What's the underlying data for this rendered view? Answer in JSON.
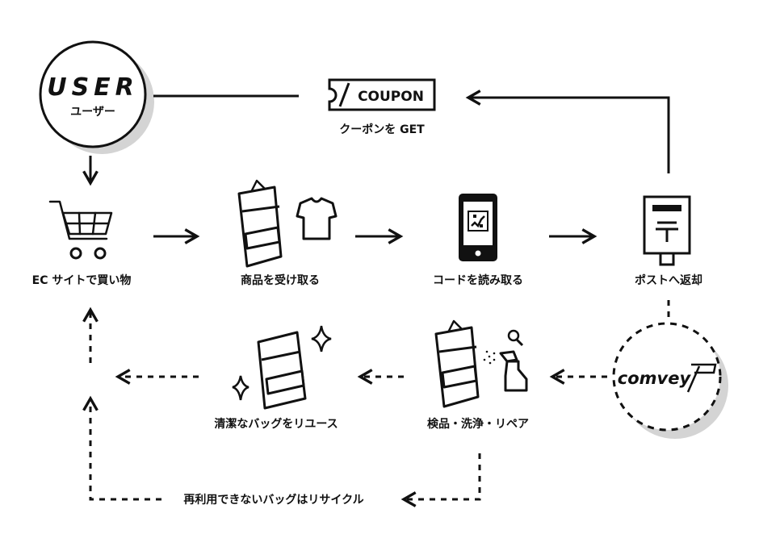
{
  "user": {
    "title": "USER",
    "subtitle": "ユーザー"
  },
  "coupon": {
    "badge_text": "COUPON",
    "caption": "クーポンを GET"
  },
  "steps": {
    "ec_shopping": "EC サイトで買い物",
    "receive": "商品を受け取る",
    "scan_code": "コードを読み取る",
    "return_post": "ポストへ返却",
    "inspect": "検品・洗浄・リペア",
    "reuse": "清潔なバッグをリユース",
    "recycle": "再利用できないバッグはリサイクル"
  },
  "company": {
    "logo_text": "comvey"
  },
  "colors": {
    "ink": "#111111",
    "shadow": "#d4d4d4",
    "background": "#ffffff"
  },
  "icons": [
    "cart-icon",
    "paper-bag-icon",
    "tshirt-icon",
    "smartphone-qr-icon",
    "mailbox-icon",
    "spray-bottle-icon",
    "magnifier-icon",
    "sparkle-icon",
    "coupon-ticket-icon"
  ]
}
